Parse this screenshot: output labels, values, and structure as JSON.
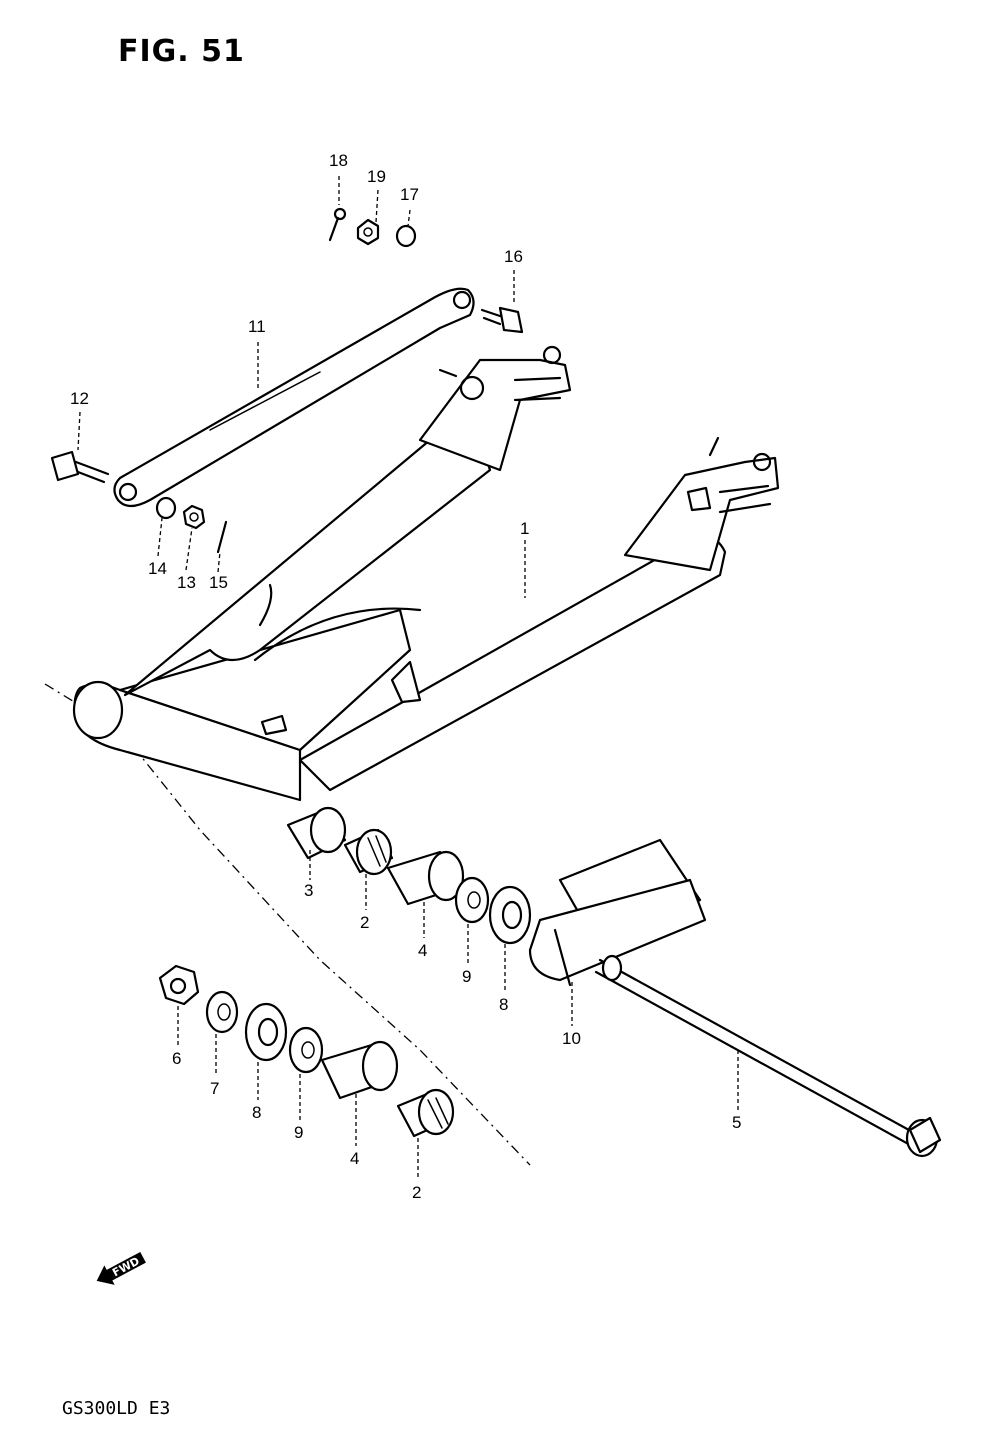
{
  "figure": {
    "title": "FIG. 51",
    "model_code": "GS300LD  E3",
    "fwd_label": "FWD"
  },
  "callouts": {
    "c18": "18",
    "c19": "19",
    "c17": "17",
    "c16": "16",
    "c11": "11",
    "c12": "12",
    "c14": "14",
    "c13": "13",
    "c15": "15",
    "c1": "1",
    "c3": "3",
    "c2a": "2",
    "c4a": "4",
    "c9a": "9",
    "c8a": "8",
    "c10": "10",
    "c6": "6",
    "c7": "7",
    "c8b": "8",
    "c9b": "9",
    "c4b": "4",
    "c2b": "2",
    "c5": "5"
  }
}
